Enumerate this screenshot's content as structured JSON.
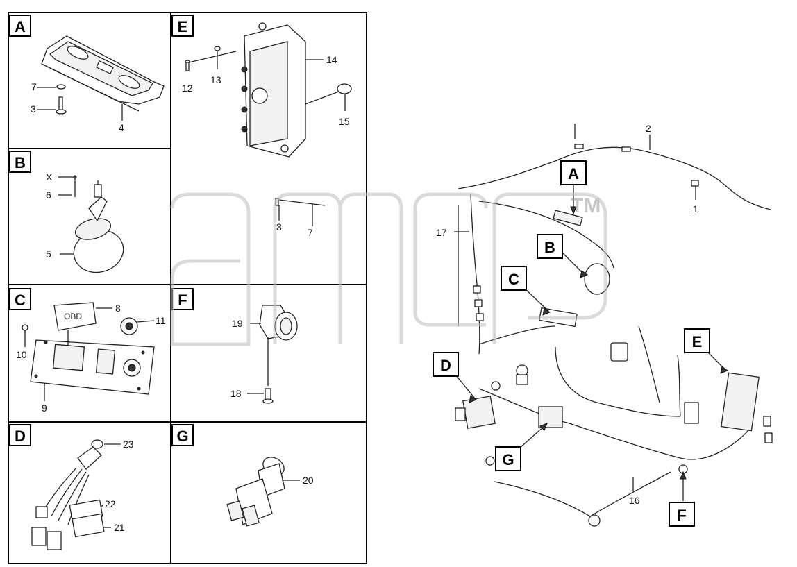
{
  "panels": [
    {
      "id": "A",
      "letter": "A",
      "callouts": [
        "7",
        "3",
        "4"
      ]
    },
    {
      "id": "E",
      "letter": "E",
      "callouts": [
        "12",
        "13",
        "14",
        "15",
        "3",
        "7"
      ]
    },
    {
      "id": "B",
      "letter": "B",
      "callouts": [
        "X",
        "6",
        "5"
      ]
    },
    {
      "id": "C",
      "letter": "C",
      "callouts": [
        "8",
        "11",
        "10",
        "9"
      ],
      "obd_text": "OBD"
    },
    {
      "id": "F",
      "letter": "F",
      "callouts": [
        "19",
        "18"
      ]
    },
    {
      "id": "D",
      "letter": "D",
      "callouts": [
        "23",
        "22",
        "21"
      ]
    },
    {
      "id": "G",
      "letter": "G",
      "callouts": [
        "20"
      ]
    }
  ],
  "overview": {
    "locators": [
      "A",
      "B",
      "C",
      "D",
      "E",
      "F",
      "G"
    ],
    "callouts": [
      "2",
      "1",
      "17",
      "16"
    ]
  },
  "watermark": {
    "mark": "TM"
  }
}
